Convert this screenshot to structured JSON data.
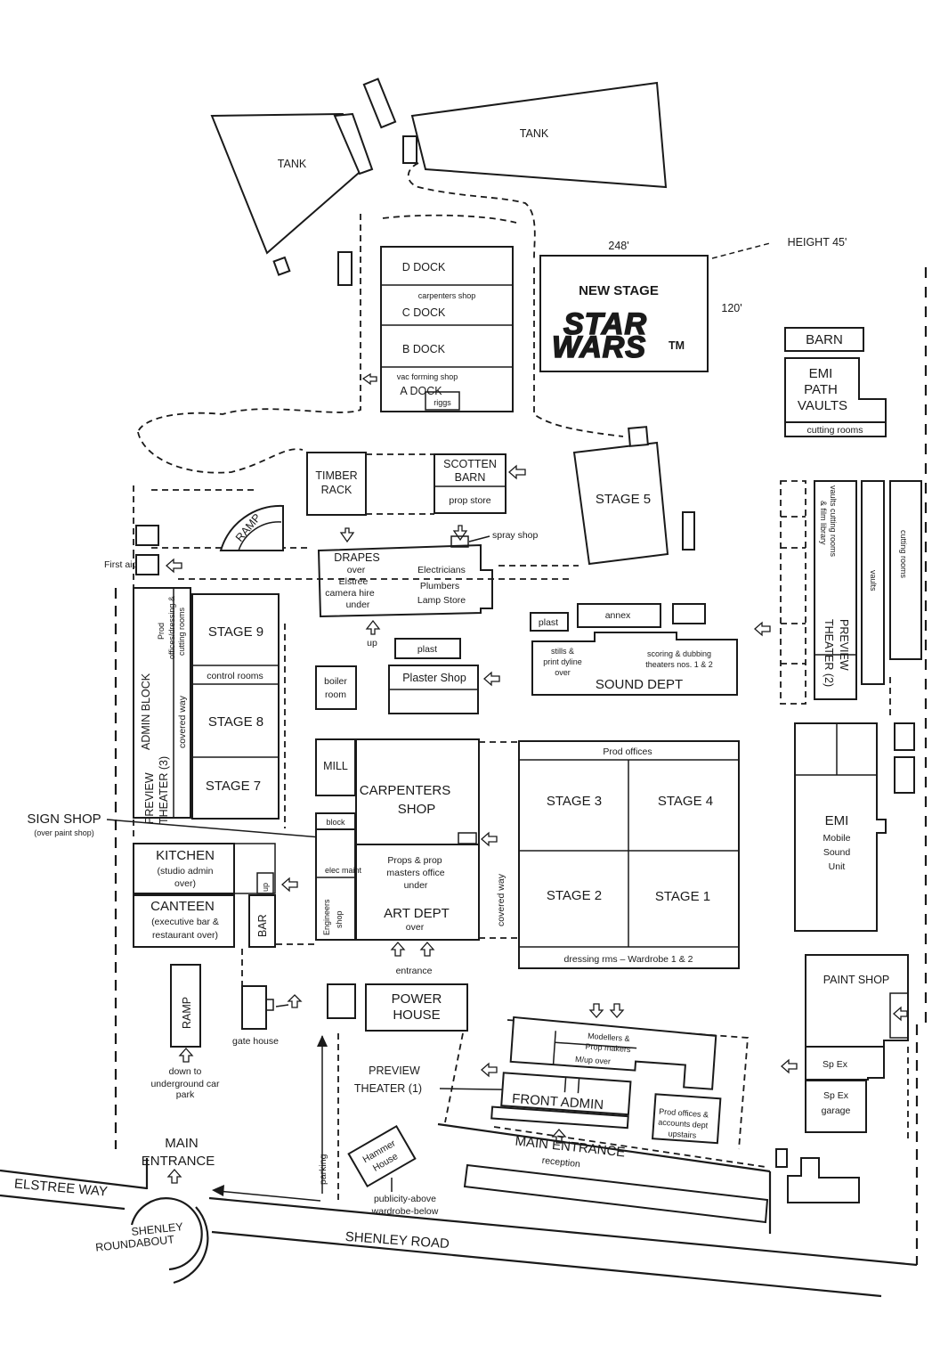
{
  "tanks": {
    "tank1": "TANK",
    "tank2": "TANK"
  },
  "docks": {
    "d_dock": "D DOCK",
    "carpenters_shop_small": "carpenters shop",
    "c_dock": "C DOCK",
    "b_dock": "B DOCK",
    "vac_forming": "vac forming shop",
    "a_dock": "A DOCK",
    "riggs": "riggs"
  },
  "new_stage": {
    "width_label": "248'",
    "height_label": "HEIGHT  45'",
    "depth_label": "120'",
    "title": "NEW STAGE",
    "logo_line1": "STAR",
    "logo_line2": "WARS",
    "tm": "TM"
  },
  "barn": "BARN",
  "emi_vaults": {
    "l1": "EMI",
    "l2": "PATH",
    "l3": "VAULTS",
    "cutting": "cutting rooms"
  },
  "timber_rack": {
    "l1": "TIMBER",
    "l2": "RACK"
  },
  "scotten_barn": {
    "l1": "SCOTTEN",
    "l2": "BARN",
    "prop_store": "prop store"
  },
  "stage5": "STAGE 5",
  "spray_shop": "spray shop",
  "drapes": {
    "title": "DRAPES",
    "l2": "over",
    "l3": "Elstree",
    "l4": "camera hire",
    "l5": "under",
    "r1": "Electricians",
    "r2": "Plumbers",
    "r3": "Lamp Store",
    "up": "up"
  },
  "ramp_top": "RAMP",
  "first_aid": "First aid",
  "admin_block": {
    "col1": "PREVIEW",
    "col2": "THEATER (3)",
    "col3": "ADMIN  BLOCK",
    "col4": "covered way",
    "prod1": "Prod",
    "prod2": "offices/dressing &",
    "prod3": "cutting rooms"
  },
  "stages_left": {
    "stage9": "STAGE 9",
    "control_rooms": "control rooms",
    "stage8": "STAGE 8",
    "stage7": "STAGE 7"
  },
  "boiler_room": {
    "l1": "boiler",
    "l2": "room"
  },
  "plaster_shop": {
    "plast": "plast",
    "title": "Plaster Shop"
  },
  "sound_dept": {
    "plast": "plast",
    "annex": "annex",
    "stills1": "stills &",
    "stills2": "print dyline",
    "stills3": "over",
    "scoring1": "scoring & dubbing",
    "scoring2": "theaters nos. 1 & 2",
    "title": "SOUND DEPT"
  },
  "right_block": {
    "vaults1": "vaults  cutting rooms",
    "vaults2": "& film library",
    "vaults": "vaults",
    "cutting": "cutting  rooms",
    "preview": "PREVIEW",
    "theater": "THEATER (2)"
  },
  "mill": "MILL",
  "carpenters_shop": {
    "l1": "CARPENTERS",
    "l2": "SHOP"
  },
  "sign_shop": {
    "title": "SIGN SHOP",
    "sub": "(over paint shop)"
  },
  "block": "block",
  "elec_maint": "elec maint",
  "engineers_shop": {
    "l1": "Engineers",
    "l2": "shop"
  },
  "props": {
    "l1": "Props & prop",
    "l2": "masters office",
    "l3": "under",
    "art": "ART DEPT",
    "over": "over"
  },
  "covered_way_right": "covered way",
  "entrance": "entrance",
  "stages_main": {
    "prod_offices": "Prod  offices",
    "stage3": "STAGE 3",
    "stage4": "STAGE 4",
    "stage2": "STAGE 2",
    "stage1": "STAGE 1",
    "dressing": "dressing rms  – Wardrobe 1 & 2"
  },
  "emi_mobile": {
    "l1": "EMI",
    "l2": "Mobile",
    "l3": "Sound",
    "l4": "Unit"
  },
  "kitchen": {
    "title": "KITCHEN",
    "l2": "(studio admin",
    "l3": "over)",
    "up": "up"
  },
  "canteen": {
    "title": "CANTEEN",
    "l2": "(executive bar &",
    "l3": "restaurant over)",
    "bar": "BAR"
  },
  "ramp_bottom": {
    "title": "RAMP",
    "l1": "down to",
    "l2": "underground car",
    "l3": "park"
  },
  "gate_house": "gate house",
  "power_house": {
    "l1": "POWER",
    "l2": "HOUSE"
  },
  "preview_theater1": {
    "l1": "PREVIEW",
    "l2": "THEATER (1)"
  },
  "modellers": {
    "l1": "Modellers &",
    "l2": "Prop makers",
    "l3": "M/up over"
  },
  "front_admin": "FRONT ADMIN",
  "prod_accounts": {
    "l1": "Prod offices &",
    "l2": "accounts dept",
    "l3": "upstairs"
  },
  "paint_shop": "PAINT SHOP",
  "sp_ex": "Sp Ex",
  "sp_ex_garage": {
    "l1": "Sp Ex",
    "l2": "garage"
  },
  "main_entrance_left": {
    "l1": "MAIN",
    "l2": "ENTRANCE"
  },
  "main_entrance_right": {
    "l1": "MAIN ENTRANCE",
    "l2": "reception"
  },
  "parking": "parking",
  "hammer_house": {
    "l1": "Hammer",
    "l2": "House"
  },
  "publicity": {
    "l1": "publicity-above",
    "l2": "wardrobe-below"
  },
  "roads": {
    "elstree_way": "ELSTREE WAY",
    "shenley_road": "SHENLEY ROAD",
    "roundabout1": "SHENLEY",
    "roundabout2": "ROUNDABOUT"
  }
}
